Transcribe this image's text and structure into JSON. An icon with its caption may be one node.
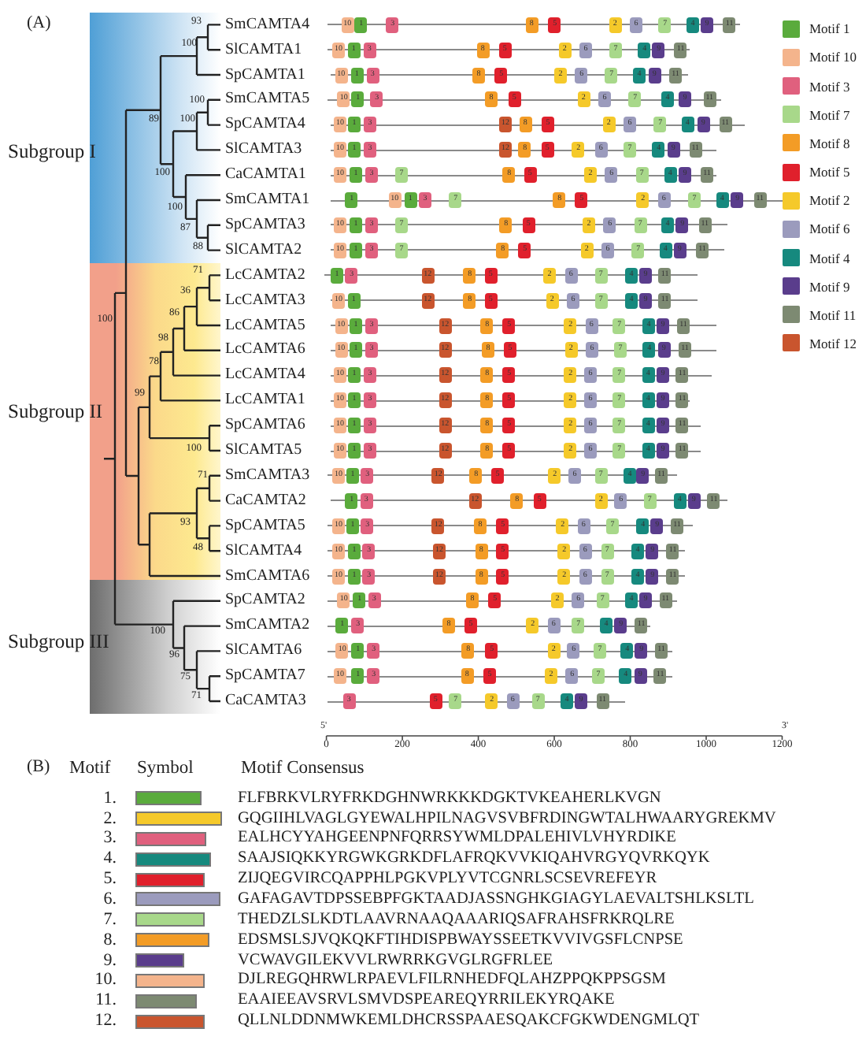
{
  "diagram": {
    "nodes": [
      {
        "text": [],
        "shape": "bar"
      },
      {
        "text": [
          "10"
        ]
      },
      {
        "text": [
          "1"
        ]
      },
      {
        "text": [
          "3"
        ]
      },
      {
        "text": [
          "8"
        ]
      },
      {
        "text": [
          "5"
        ]
      },
      {
        "text": [
          "2"
        ]
      },
      {
        "text": [
          "6"
        ]
      },
      {
        "text": [
          "7"
        ]
      },
      {
        "text": [
          "4"
        ]
      },
      {
        "text": [
          "9"
        ]
      },
      {
        "text": [
          "11"
        ]
      },
      {
        "text": [],
        "shape": "bar"
      },
      {
        "text": [
          "10"
        ]
      },
      {
        "text": [
          "1"
        ]
      },
      {
        "text": [
          "3"
        ]
      },
      {
        "text": [
          "8"
        ]
      },
      {
        "text": [
          "5"
        ]
      },
      {
        "text": [
          "2"
        ]
      },
      {
        "text": [
          "6"
        ]
      },
      {
        "text": [
          "7"
        ]
      },
      {
        "text": [
          "4"
        ]
      },
      {
        "text": [
          "9"
        ]
      },
      {
        "text": [
          "11"
        ]
      },
      {
        "text": [],
        "shape": "bar"
      },
      {
        "text": [
          "10"
        ]
      },
      {
        "text": [
          "1"
        ]
      },
      {
        "text": [
          "3"
        ]
      },
      {
        "text": [
          "8"
        ]
      },
      {
        "text": [
          "5"
        ]
      },
      {
        "text": [
          "2"
        ]
      },
      {
        "text": [
          "6"
        ]
      },
      {
        "text": [
          "7"
        ]
      },
      {
        "text": [
          "4"
        ]
      },
      {
        "text": [
          "9"
        ]
      },
      {
        "text": [
          "11"
        ]
      },
      {
        "text": [],
        "shape": "bar"
      },
      {
        "text": [
          "10"
        ]
      },
      {
        "text": [
          "1"
        ]
      },
      {
        "text": [
          "3"
        ]
      },
      {
        "text": [
          "8"
        ]
      },
      {
        "text": [
          "5"
        ]
      },
      {
        "text": [
          "2"
        ]
      },
      {
        "text": [
          "6"
        ]
      },
      {
        "text": [
          "7"
        ]
      },
      {
        "text": [
          "4"
        ]
      },
      {
        "text": [
          "9"
        ]
      },
      {
        "text": [
          "11"
        ]
      },
      {
        "text": [],
        "shape": "bar"
      },
      {
        "text": [
          "10"
        ]
      },
      {
        "text": [
          "1"
        ]
      },
      {
        "text": [
          "3"
        ]
      },
      {
        "text": [
          "12"
        ]
      },
      {
        "text": [
          "8"
        ]
      },
      {
        "text": [
          "5"
        ]
      },
      {
        "text": [
          "2"
        ]
      },
      {
        "text": [
          "6"
        ]
      },
      {
        "text": [
          "7"
        ]
      },
      {
        "text": [
          "4"
        ]
      },
      {
        "text": [
          "9"
        ]
      },
      {
        "text": [
          "11"
        ]
      },
      {
        "text": [],
        "shape": "bar"
      },
      {
        "text": [
          "10"
        ]
      },
      {
        "text": [
          "1"
        ]
      },
      {
        "text": [
          "3"
        ]
      },
      {
        "text": [
          "12"
        ]
      },
      {
        "text": [
          "8"
        ]
      },
      {
        "text": [
          "5"
        ]
      },
      {
        "text": [
          "2"
        ]
      },
      {
        "text": [
          "6"
        ]
      },
      {
        "text": [
          "7"
        ]
      },
      {
        "text": [
          "4"
        ]
      },
      {
        "text": [
          "9"
        ]
      },
      {
        "text": [
          "11"
        ]
      },
      {
        "text": [],
        "shape": "bar"
      },
      {
        "text": [
          "10"
        ]
      },
      {
        "text": [
          "1"
        ]
      },
      {
        "text": [
          "3"
        ]
      },
      {
        "text": [
          "7"
        ]
      },
      {
        "text": [
          "8"
        ]
      },
      {
        "text": [
          "5"
        ]
      },
      {
        "text": [
          "2"
        ]
      },
      {
        "text": [
          "6"
        ]
      },
      {
        "text": [
          "7"
        ]
      },
      {
        "text": [
          "4"
        ]
      },
      {
        "text": [
          "9"
        ]
      },
      {
        "text": [
          "11"
        ]
      },
      {
        "text": [],
        "shape": "bar"
      },
      {
        "text": [
          "1"
        ]
      },
      {
        "text": [
          "10"
        ]
      },
      {
        "text": [
          "1"
        ]
      },
      {
        "text": [
          "3"
        ]
      },
      {
        "text": [
          "7"
        ]
      },
      {
        "text": [
          "8"
        ]
      },
      {
        "text": [
          "5"
        ]
      },
      {
        "text": [
          "2"
        ]
      },
      {
        "text": [
          "6"
        ]
      },
      {
        "text": [
          "7"
        ]
      },
      {
        "text": [
          "4"
        ]
      },
      {
        "text": [
          "9"
        ]
      },
      {
        "text": [
          "11"
        ]
      },
      {
        "text": [],
        "shape": "bar"
      },
      {
        "text": [
          "10"
        ]
      },
      {
        "text": [
          "1"
        ]
      },
      {
        "text": [
          "3"
        ]
      },
      {
        "text": [
          "7"
        ]
      },
      {
        "text": [
          "8"
        ]
      },
      {
        "text": [
          "5"
        ]
      },
      {
        "text": [
          "2"
        ]
      },
      {
        "text": [
          "6"
        ]
      },
      {
        "text": [
          "7"
        ]
      },
      {
        "text": [
          "4"
        ]
      },
      {
        "text": [
          "9"
        ]
      },
      {
        "text": [
          "11"
        ]
      },
      {
        "text": [],
        "shape": "bar"
      },
      {
        "text": [
          "10"
        ]
      },
      {
        "text": [
          "1"
        ]
      },
      {
        "text": [
          "3"
        ]
      },
      {
        "text": [
          "7"
        ]
      },
      {
        "text": [
          "8"
        ]
      },
      {
        "text": [
          "5"
        ]
      },
      {
        "text": [
          "2"
        ]
      },
      {
        "text": [
          "6"
        ]
      },
      {
        "text": [
          "7"
        ]
      },
      {
        "text": [
          "4"
        ]
      },
      {
        "text": [
          "9"
        ]
      },
      {
        "text": [
          "11"
        ]
      },
      {
        "text": [],
        "shape": "bar"
      },
      {
        "text": [
          "1"
        ]
      },
      {
        "text": [
          "3"
        ]
      },
      {
        "text": [
          "12"
        ]
      },
      {
        "text": [
          "8"
        ]
      },
      {
        "text": [
          "5"
        ]
      },
      {
        "text": [
          "2"
        ]
      },
      {
        "text": [
          "6"
        ]
      },
      {
        "text": [
          "7"
        ]
      },
      {
        "text": [
          "4"
        ]
      },
      {
        "text": [
          "9"
        ]
      },
      {
        "text": [
          "11"
        ]
      },
      {
        "text": [],
        "shape": "bar"
      },
      {
        "text": [
          "10"
        ]
      },
      {
        "text": [
          "1"
        ]
      },
      {
        "text": [
          "12"
        ]
      },
      {
        "text": [
          "8"
        ]
      },
      {
        "text": [
          "5"
        ]
      },
      {
        "text": [
          "2"
        ]
      },
      {
        "text": [
          "6"
        ]
      },
      {
        "text": [
          "7"
        ]
      },
      {
        "text": [
          "4"
        ]
      },
      {
        "text": [
          "9"
        ]
      },
      {
        "text": [
          "11"
        ]
      },
      {
        "text": [],
        "shape": "bar"
      },
      {
        "text": [
          "10"
        ]
      },
      {
        "text": [
          "1"
        ]
      },
      {
        "text": [
          "3"
        ]
      },
      {
        "text": [
          "12"
        ]
      },
      {
        "text": [
          "8"
        ]
      },
      {
        "text": [
          "5"
        ]
      },
      {
        "text": [
          "2"
        ]
      },
      {
        "text": [
          "6"
        ]
      },
      {
        "text": [
          "7"
        ]
      },
      {
        "text": [
          "4"
        ]
      },
      {
        "text": [
          "9"
        ]
      },
      {
        "text": [
          "11"
        ]
      },
      {
        "text": [],
        "shape": "bar"
      },
      {
        "text": [
          "10"
        ]
      },
      {
        "text": [
          "1"
        ]
      },
      {
        "text": [
          "3"
        ]
      },
      {
        "text": [
          "12"
        ]
      },
      {
        "text": [
          "8"
        ]
      },
      {
        "text": [
          "5"
        ]
      },
      {
        "text": [
          "2"
        ]
      },
      {
        "text": [
          "6"
        ]
      },
      {
        "text": [
          "7"
        ]
      },
      {
        "text": [
          "4"
        ]
      },
      {
        "text": [
          "9"
        ]
      },
      {
        "text": [
          "11"
        ]
      },
      {
        "text": [],
        "shape": "bar"
      },
      {
        "text": [
          "10"
        ]
      },
      {
        "text": [
          "1"
        ]
      },
      {
        "text": [
          "3"
        ]
      },
      {
        "text": [
          "12"
        ]
      },
      {
        "text": [
          "8"
        ]
      },
      {
        "text": [
          "5"
        ]
      },
      {
        "text": [
          "2"
        ]
      },
      {
        "text": [
          "6"
        ]
      },
      {
        "text": [
          "7"
        ]
      },
      {
        "text": [
          "4"
        ]
      },
      {
        "text": [
          "9"
        ]
      },
      {
        "text": [
          "11"
        ]
      },
      {
        "text": [],
        "shape": "bar"
      },
      {
        "text": [
          "10"
        ]
      },
      {
        "text": [
          "1"
        ]
      },
      {
        "text": [
          "3"
        ]
      },
      {
        "text": [
          "12"
        ]
      },
      {
        "text": [
          "8"
        ]
      },
      {
        "text": [
          "5"
        ]
      },
      {
        "text": [
          "2"
        ]
      },
      {
        "text": [
          "6"
        ]
      },
      {
        "text": [
          "7"
        ]
      },
      {
        "text": [
          "4"
        ]
      },
      {
        "text": [
          "9"
        ]
      },
      {
        "text": [
          "11"
        ]
      },
      {
        "text": [],
        "shape": "bar"
      },
      {
        "text": [
          "10"
        ]
      },
      {
        "text": [
          "1"
        ]
      },
      {
        "text": [
          "3"
        ]
      },
      {
        "text": [
          "12"
        ]
      },
      {
        "text": [
          "8"
        ]
      },
      {
        "text": [
          "5"
        ]
      },
      {
        "text": [
          "2"
        ]
      },
      {
        "text": [
          "6"
        ]
      },
      {
        "text": [
          "7"
        ]
      },
      {
        "text": [
          "4"
        ]
      },
      {
        "text": [
          "9"
        ]
      },
      {
        "text": [
          "11"
        ]
      },
      {
        "text": [],
        "shape": "bar"
      },
      {
        "text": [
          "10"
        ]
      },
      {
        "text": [
          "1"
        ]
      },
      {
        "text": [
          "3"
        ]
      },
      {
        "text": [
          "12"
        ]
      },
      {
        "text": [
          "8"
        ]
      },
      {
        "text": [
          "5"
        ]
      },
      {
        "text": [
          "2"
        ]
      },
      {
        "text": [
          "6"
        ]
      },
      {
        "text": [
          "7"
        ]
      },
      {
        "text": [
          "4"
        ]
      },
      {
        "text": [
          "9"
        ]
      },
      {
        "text": [
          "11"
        ]
      },
      {
        "text": [],
        "shape": "bar"
      },
      {
        "text": [
          "10"
        ]
      },
      {
        "text": [
          "1"
        ]
      },
      {
        "text": [
          "3"
        ]
      },
      {
        "text": [
          "12"
        ]
      },
      {
        "text": [
          "8"
        ]
      },
      {
        "text": [
          "5"
        ]
      },
      {
        "text": [
          "2"
        ]
      },
      {
        "text": [
          "6"
        ]
      },
      {
        "text": [
          "7"
        ]
      },
      {
        "text": [
          "4"
        ]
      },
      {
        "text": [
          "9"
        ]
      },
      {
        "text": [
          "11"
        ]
      },
      {
        "text": [],
        "shape": "bar"
      },
      {
        "text": [
          "1"
        ]
      },
      {
        "text": [
          "3"
        ]
      },
      {
        "text": [
          "12"
        ]
      },
      {
        "text": [
          "8"
        ]
      },
      {
        "text": [
          "5"
        ]
      },
      {
        "text": [
          "2"
        ]
      },
      {
        "text": [
          "6"
        ]
      },
      {
        "text": [
          "7"
        ]
      },
      {
        "text": [
          "4"
        ]
      },
      {
        "text": [
          "9"
        ]
      },
      {
        "text": [
          "11"
        ]
      },
      {
        "text": [],
        "shape": "bar"
      },
      {
        "text": [
          "10"
        ]
      },
      {
        "text": [
          "1"
        ]
      },
      {
        "text": [
          "3"
        ]
      },
      {
        "text": [
          "12"
        ]
      },
      {
        "text": [
          "8"
        ]
      },
      {
        "text": [
          "5"
        ]
      },
      {
        "text": [
          "2"
        ]
      },
      {
        "text": [
          "6"
        ]
      },
      {
        "text": [
          "7"
        ]
      },
      {
        "text": [
          "4"
        ]
      },
      {
        "text": [
          "9"
        ]
      },
      {
        "text": [
          "11"
        ]
      },
      {
        "text": [],
        "shape": "bar"
      },
      {
        "text": [
          "10"
        ]
      },
      {
        "text": [
          "1"
        ]
      },
      {
        "text": [
          "3"
        ]
      },
      {
        "text": [
          "12"
        ]
      },
      {
        "text": [
          "8"
        ]
      },
      {
        "text": [
          "5"
        ]
      },
      {
        "text": [
          "2"
        ]
      },
      {
        "text": [
          "6"
        ]
      },
      {
        "text": [
          "7"
        ]
      },
      {
        "text": [
          "4"
        ]
      },
      {
        "text": [
          "9"
        ]
      },
      {
        "text": [
          "11"
        ]
      },
      {
        "text": [],
        "shape": "bar"
      },
      {
        "text": [
          "10"
        ]
      },
      {
        "text": [
          "1"
        ]
      },
      {
        "text": [
          "3"
        ]
      },
      {
        "text": [
          "12"
        ]
      },
      {
        "text": [
          "8"
        ]
      },
      {
        "text": [
          "5"
        ]
      },
      {
        "text": [
          "2"
        ]
      },
      {
        "text": [
          "6"
        ]
      },
      {
        "text": [
          "7"
        ]
      },
      {
        "text": [
          "4"
        ]
      },
      {
        "text": [
          "9"
        ]
      },
      {
        "text": [
          "11"
        ]
      },
      {
        "text": [],
        "shape": "bar"
      },
      {
        "text": [
          "10"
        ]
      },
      {
        "text": [
          "1"
        ]
      },
      {
        "text": [
          "3"
        ]
      },
      {
        "text": [
          "8"
        ]
      },
      {
        "text": [
          "5"
        ]
      },
      {
        "text": [
          "2"
        ]
      },
      {
        "text": [
          "6"
        ]
      },
      {
        "text": [
          "7"
        ]
      },
      {
        "text": [
          "4"
        ]
      },
      {
        "text": [
          "9"
        ]
      },
      {
        "text": [
          "11"
        ]
      },
      {
        "text": [],
        "shape": "bar"
      },
      {
        "text": [
          "1"
        ]
      },
      {
        "text": [
          "3"
        ]
      },
      {
        "text": [
          "8"
        ]
      },
      {
        "text": [
          "5"
        ]
      },
      {
        "text": [
          "2"
        ]
      },
      {
        "text": [
          "6"
        ]
      },
      {
        "text": [
          "7"
        ]
      },
      {
        "text": [
          "4"
        ]
      },
      {
        "text": [
          "9"
        ]
      },
      {
        "text": [
          "11"
        ]
      },
      {
        "text": [],
        "shape": "bar"
      },
      {
        "text": [
          "10"
        ]
      },
      {
        "text": [
          "1"
        ]
      },
      {
        "text": [
          "3"
        ]
      },
      {
        "text": [
          "8"
        ]
      },
      {
        "text": [
          "5"
        ]
      },
      {
        "text": [
          "2"
        ]
      },
      {
        "text": [
          "6"
        ]
      },
      {
        "text": [
          "7"
        ]
      },
      {
        "text": [
          "4"
        ]
      },
      {
        "text": [
          "9"
        ]
      },
      {
        "text": [
          "11"
        ]
      },
      {
        "text": [],
        "shape": "bar"
      },
      {
        "text": [
          "10"
        ]
      },
      {
        "text": [
          "1"
        ]
      },
      {
        "text": [
          "3"
        ]
      },
      {
        "text": [
          "8"
        ]
      },
      {
        "text": [
          "5"
        ]
      },
      {
        "text": [
          "2"
        ]
      },
      {
        "text": [
          "6"
        ]
      },
      {
        "text": [
          "7"
        ]
      },
      {
        "text": [
          "4"
        ]
      },
      {
        "text": [
          "9"
        ]
      },
      {
        "text": [
          "11"
        ]
      },
      {
        "text": [],
        "shape": "bar"
      },
      {
        "text": [
          "3"
        ]
      },
      {
        "text": [
          "5"
        ]
      },
      {
        "text": [
          "7"
        ]
      },
      {
        "text": [
          "2"
        ]
      },
      {
        "text": [
          "6"
        ]
      },
      {
        "text": [
          "7"
        ]
      },
      {
        "text": [
          "4"
        ]
      },
      {
        "text": [
          "9"
        ]
      },
      {
        "text": [
          "11"
        ]
      }
    ],
    "labels": [
      "(A)",
      "93",
      "100",
      "100",
      "89",
      "100",
      "100",
      "100",
      "87",
      "88",
      "71",
      "36",
      "86",
      "100",
      "98",
      "78",
      "99",
      "100",
      "71",
      "93",
      "48",
      "100",
      "96",
      "75",
      "71",
      "Subgroup I",
      "Subgroup II",
      "Subgroup III",
      "SmCAMTA4",
      "SlCAMTA1",
      "SpCAMTA1",
      "SmCAMTA5",
      "SpCAMTA4",
      "SlCAMTA3",
      "CaCAMTA1",
      "SmCAMTA1",
      "SpCAMTA3",
      "SlCAMTA2",
      "LcCAMTA2",
      "LcCAMTA3",
      "LcCAMTA5",
      "LcCAMTA6",
      "LcCAMTA4",
      "LcCAMTA1",
      "SpCAMTA6",
      "SlCAMTA5",
      "SmCAMTA3",
      "CaCAMTA2",
      "SpCAMTA5",
      "SlCAMTA4",
      "SmCAMTA6",
      "SpCAMTA2",
      "SmCAMTA2",
      "SlCAMTA6",
      "SpCAMTA7",
      "CaCAMTA3",
      "5'",
      "3'",
      "0",
      "200",
      "400",
      "600",
      "800",
      "1000",
      "1200",
      "(B)",
      "Motif",
      "Symbol",
      "Motif Consensus",
      "1.",
      "FLFBRKVLRYFRKDGHNWRKKKDGKTVKEAHERLKVGN",
      "2.",
      "GQGIIHLVAGLGYEWALHPILNAGVSVBFRDINGWTALHWAARYGREKMV",
      "3.",
      "EALHCYYAHGEENPNFQRRSYWMLDPALEHIVLVHYRDIKE",
      "4.",
      "SAAJSIQKKYRGWKGRKDFLAFRQKVVKIQAHVRGYQVRKQYK",
      "5.",
      "ZIJQEGVIRCQAPPHLPGKVPLYVTCGNRLSCSEVREFEYR",
      "6.",
      "GAFAGAVTDPSSEBPFGKTAADJASSNGHKGIAGYLAEVALTSHLKSLTL",
      "7.",
      "THEDZLSLKDTLAAVRNAAQAAARIQSAFRAHSFRKRQLRE",
      "8.",
      "EDSMSLSJVQKQKFTIHDISPBWAYSSEETKVVIVGSFLCNPSE",
      "9.",
      "VCWAVGILEKVVLRWRRKGVGLRGFRLEE",
      "10.",
      "DJLREGQHRWLRPAEVLFILRNHEDFQLAHZPPQKPPSGSM",
      "11.",
      "EAAIEEAVSRVLSMVDSPEAREQYRRILEKYRQAKE",
      "12.",
      "QLLNLDDNMWKEMLDHCRSSPAAESQAKCFGKWDENGMLQT"
    ],
    "legend": [
      {
        "text": "Motif 1",
        "color": "#5aab3c"
      },
      {
        "text": "Motif 10",
        "color": "#f4b48c"
      },
      {
        "text": "Motif 3",
        "color": "#e0607e"
      },
      {
        "text": "Motif 7",
        "color": "#a8d88a"
      },
      {
        "text": "Motif 8",
        "color": "#f39c26"
      },
      {
        "text": "Motif 5",
        "color": "#e0202c"
      },
      {
        "text": "Motif 2",
        "color": "#f5c92a"
      },
      {
        "text": "Motif 6",
        "color": "#9b9bbd"
      },
      {
        "text": "Motif 4",
        "color": "#16897e"
      },
      {
        "text": "Motif 9",
        "color": "#5a3d8c"
      },
      {
        "text": "Motif 11",
        "color": "#7d8a72"
      },
      {
        "text": "Motif 12",
        "color": "#c9552e"
      }
    ]
  }
}
